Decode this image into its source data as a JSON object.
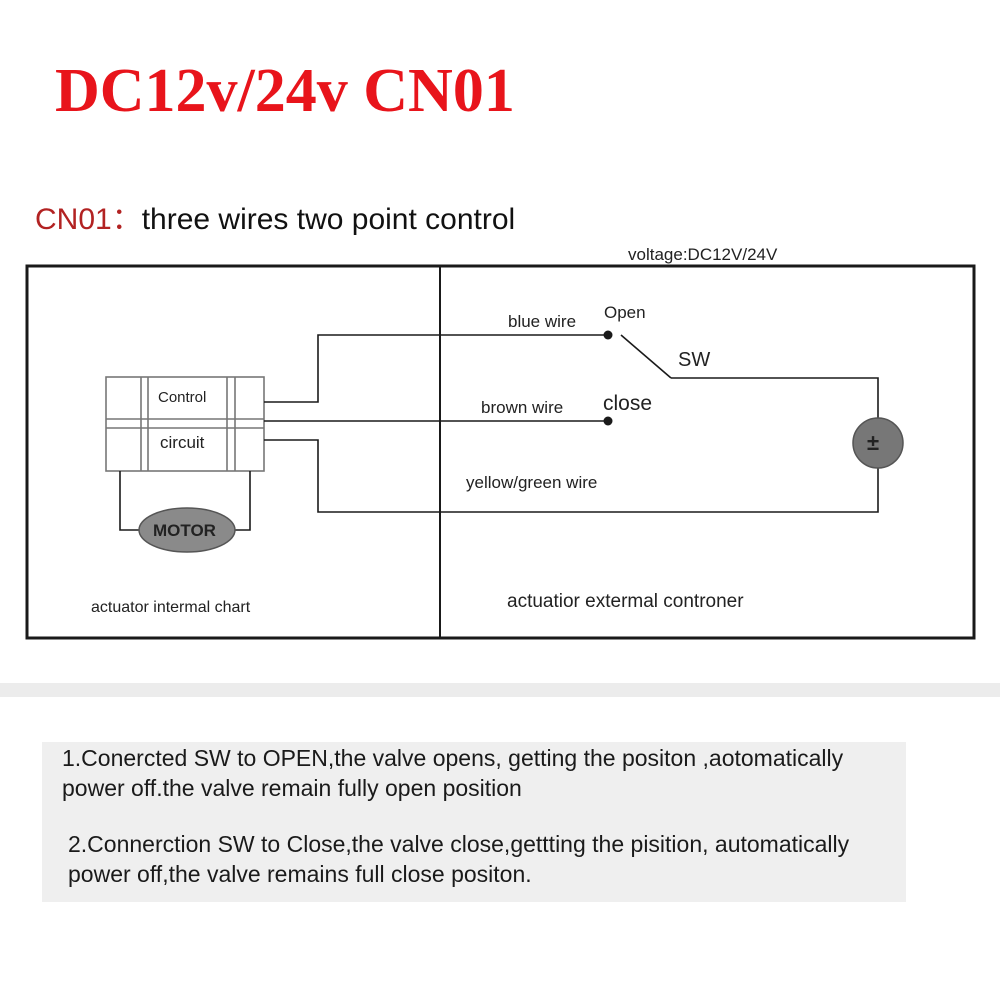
{
  "title": "DC12v/24v  CN01",
  "subtitle": {
    "code": "CN01",
    "separator": "：",
    "text": "three wires two point control"
  },
  "voltage_label": "voltage:DC12V/24V",
  "internal": {
    "control_label": "Control",
    "circuit_label": "circuit",
    "motor_label": "MOTOR",
    "caption": "actuator intermal chart"
  },
  "external": {
    "blue_wire": "blue wire",
    "brown_wire": "brown wire",
    "yellow_green_wire": "yellow/green wire",
    "open_label": "Open",
    "close_label": "close",
    "sw_label": "SW",
    "power_symbol": "±",
    "caption": "actuatior extermal controner"
  },
  "notes": [
    "1.Conercted SW to OPEN,the valve opens, getting the positon ,aotomatically power off.the valve remain fully open position",
    "2.Connerction SW to Close,the valve close,gettting the pisition, automatically power off,the valve remains full close positon."
  ],
  "colors": {
    "title": "#e8141b",
    "code": "#b22222",
    "motor_fill": "#8a8a8a",
    "source_fill": "#777777",
    "notes_bg": "#efefef"
  }
}
